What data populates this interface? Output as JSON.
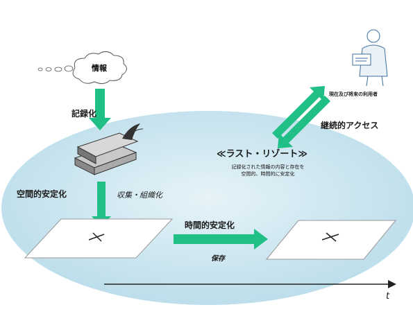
{
  "labels": {
    "info": "情報",
    "recording": "記録化",
    "spatial_stabilization": "空間的安定化",
    "collection_organization": "収集・組織化",
    "temporal_stabilization": "時間的安定化",
    "preservation": "保存",
    "continuous_access": "継続的アクセス",
    "last_resort": "≪ラスト・リゾート≫",
    "last_resort_desc_line1": "記録化された情報の内容と存在を",
    "last_resort_desc_line2": "空間的、時間的に安定化",
    "users": "現在及び将来の利用者",
    "time_axis": "t"
  },
  "colors": {
    "ellipse": "#cfe6f0",
    "arrow": "#1fbf86",
    "plane_border": "#999999",
    "axis": "#222222"
  }
}
